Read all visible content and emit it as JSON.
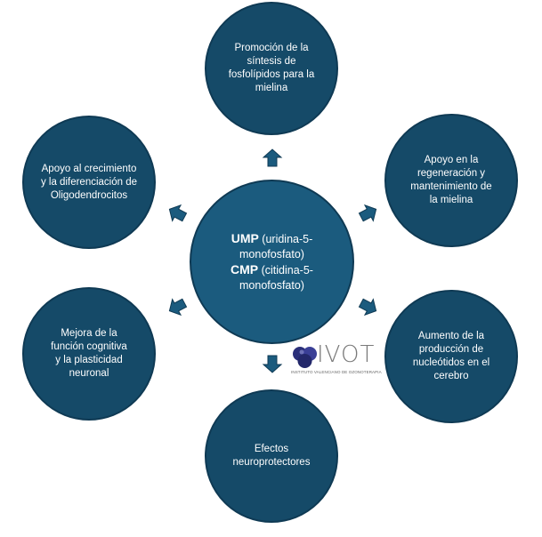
{
  "center": {
    "line1_bold": "UMP",
    "line1_rest": " (uridina-5-",
    "line2": "monofosfato)",
    "line3_bold": "CMP",
    "line3_rest": " (citidina-5-",
    "line4": "monofosfato)"
  },
  "nodes": {
    "top": "Promoción de la síntesis de fosfolípidos para la mielina",
    "top_right": "Apoyo en la regeneración y mantenimiento de la mielina",
    "bottom_right": "Aumento de la producción de nucleótidos en el cerebro",
    "bottom": "Efectos neuroprotectores",
    "bottom_left": "Mejora de la función cognitiva y la plasticidad neuronal",
    "top_left": "Apoyo al crecimiento y la diferenciación de Oligodendrocitos"
  },
  "logo": {
    "name": "IVOT",
    "subtitle": "INSTITUTO VALENCIANO DE OZONOTERAPIA"
  },
  "colors": {
    "node_fill": "#154a68",
    "center_fill": "#1b5b7e",
    "arrow_fill": "#1b5b7e"
  }
}
